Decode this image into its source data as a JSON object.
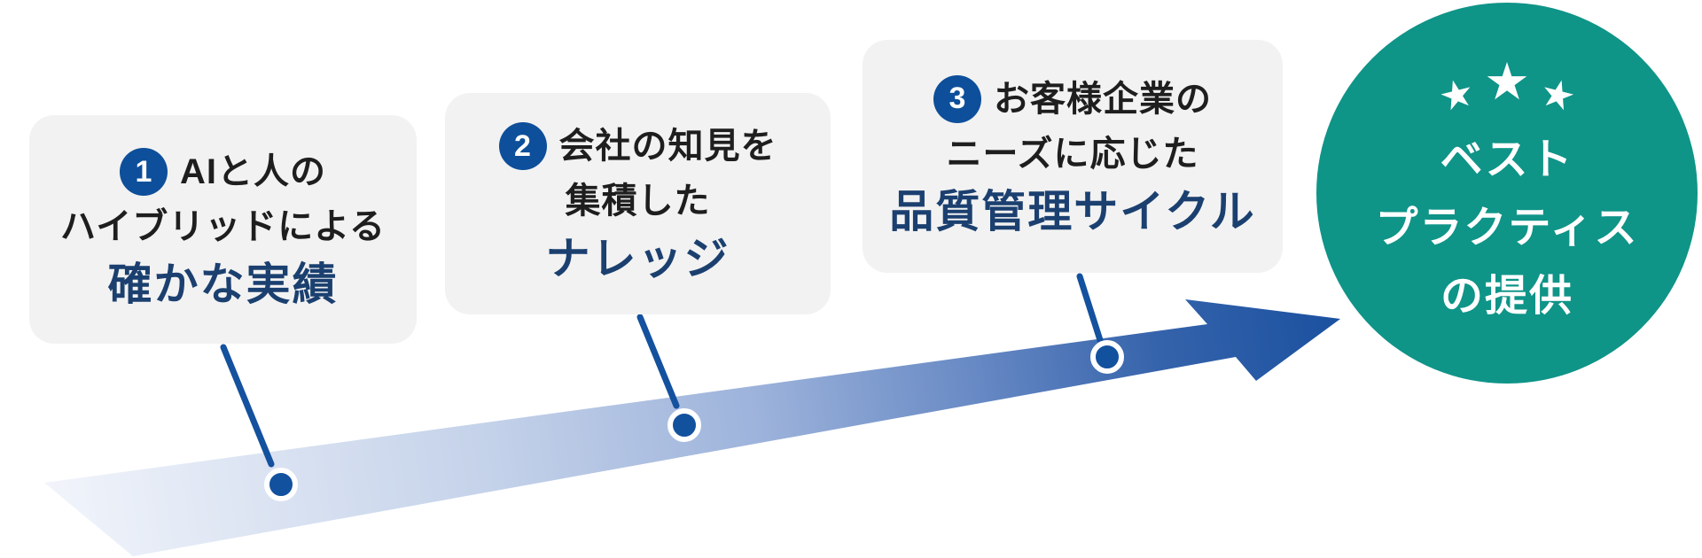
{
  "steps": [
    {
      "number": "1",
      "line1": "AIと人の",
      "line2": "ハイブリッドによる",
      "highlight": "確かな実績"
    },
    {
      "number": "2",
      "line1": "会社の知見を",
      "line2": "集積した",
      "highlight": "ナレッジ"
    },
    {
      "number": "3",
      "line1": "お客様企業の",
      "line2": "ニーズに応じた",
      "highlight": "品質管理サイクル"
    }
  ],
  "goal": {
    "star_glyph": "★",
    "line1": "ベスト",
    "line2": "プラクティス",
    "line3": "の提供"
  },
  "colors": {
    "card_bg": "#f2f2f2",
    "badge_blue": "#0d4f9a",
    "text_black": "#1e1e1e",
    "text_navy": "#1b4070",
    "arrow_gradient_start": "#f2f5fb",
    "arrow_gradient_end": "#1b51a0",
    "connector_blue": "#14519e",
    "dot_blue": "#12519e",
    "dot_ring": "#ffffff",
    "goal_teal": "#0f9488",
    "star_white": "#ffffff"
  }
}
